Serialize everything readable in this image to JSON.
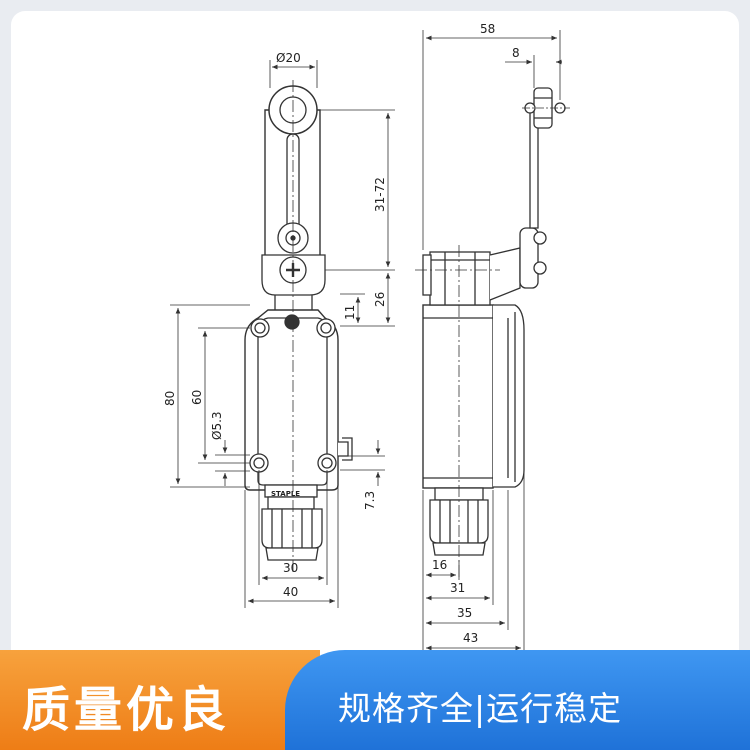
{
  "dimensions": {
    "roller_diameter": "Ø20",
    "lever_length": "31-72",
    "pivot_height": "26",
    "top_offset": "11",
    "body_height": "80",
    "hole_spacing": "60",
    "hole_diameter": "Ø5.3",
    "bottom_offset": "7.3",
    "hole_span_width": "30",
    "body_width": "40",
    "overall_depth": "58",
    "roller_width": "8",
    "depth_16": "16",
    "depth_31": "31",
    "depth_35": "35",
    "depth_43": "43"
  },
  "label_text": "STAPLE",
  "banner": {
    "left_text": "质量优良",
    "right_text": "规格齐全|运行稳定"
  },
  "colors": {
    "orange": "#f39429",
    "blue": "#2c82e6",
    "line": "#333333"
  }
}
